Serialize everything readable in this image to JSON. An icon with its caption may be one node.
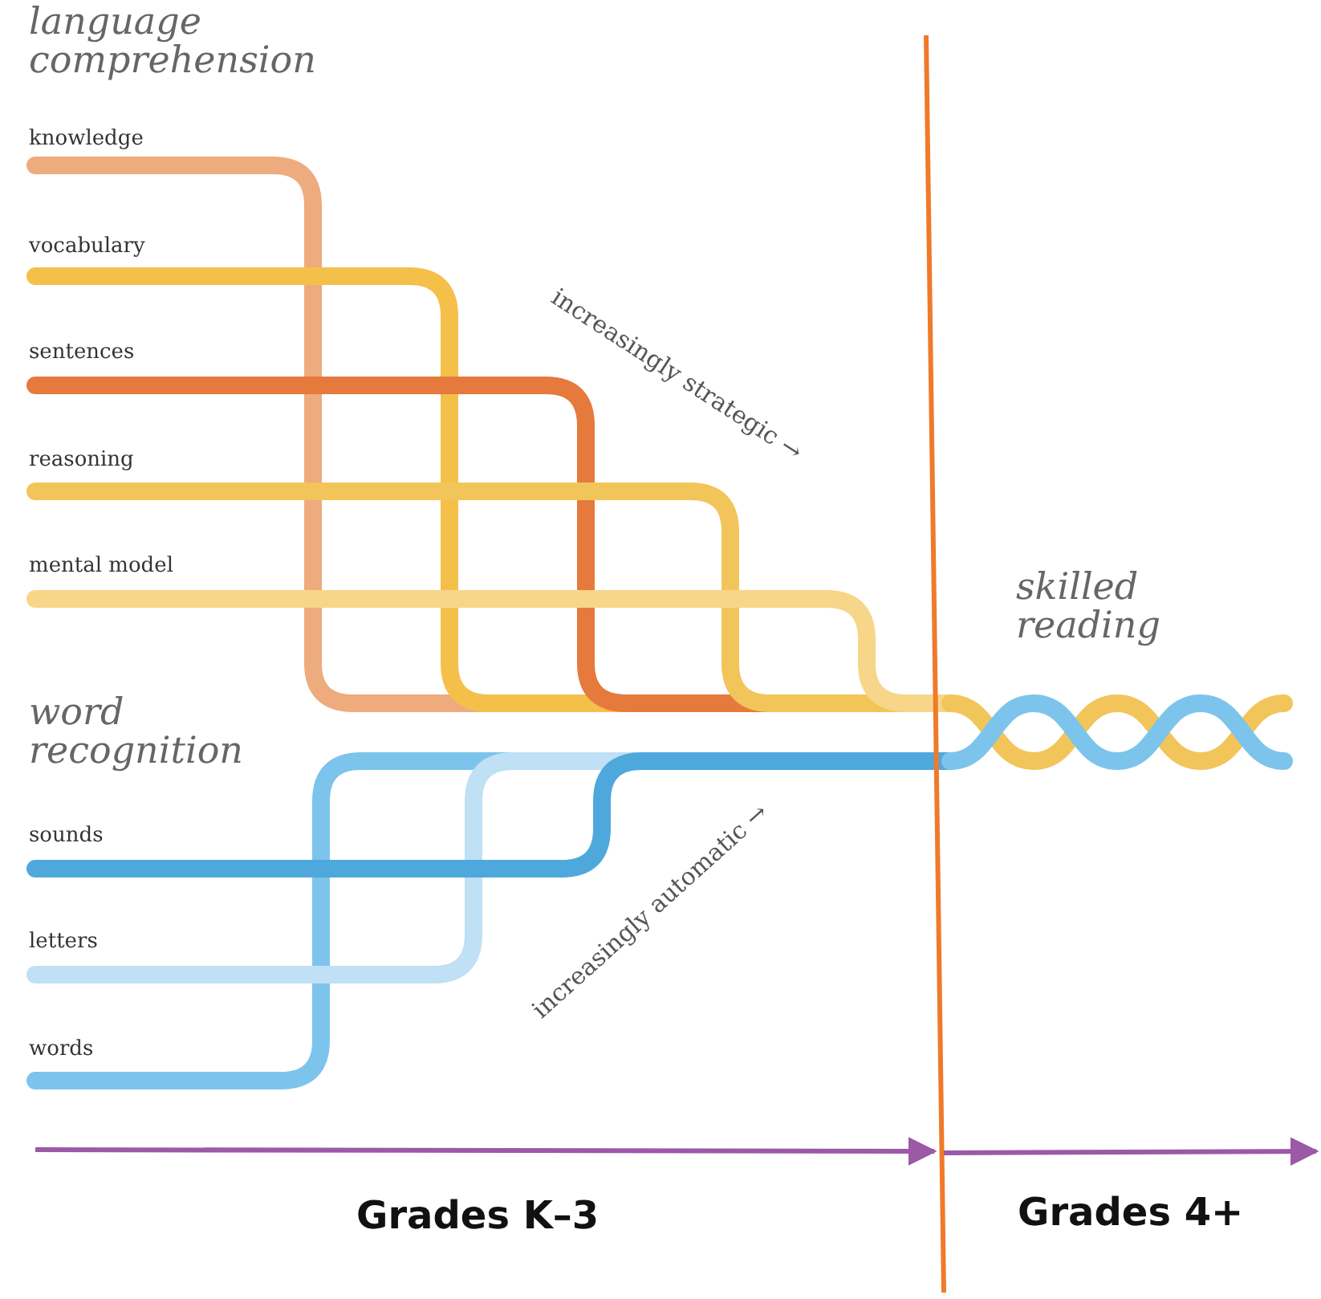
{
  "diagram": {
    "labels": [
      "language comprehension",
      "knowledge",
      "vocabulary",
      "sentences",
      "reasoning",
      "mental model",
      "increasingly strategic →",
      "skilled reading",
      "word recognition",
      "increasingly automatic →",
      "sounds",
      "letters",
      "words",
      "Grades K–3",
      "Grades 4+"
    ]
  }
}
